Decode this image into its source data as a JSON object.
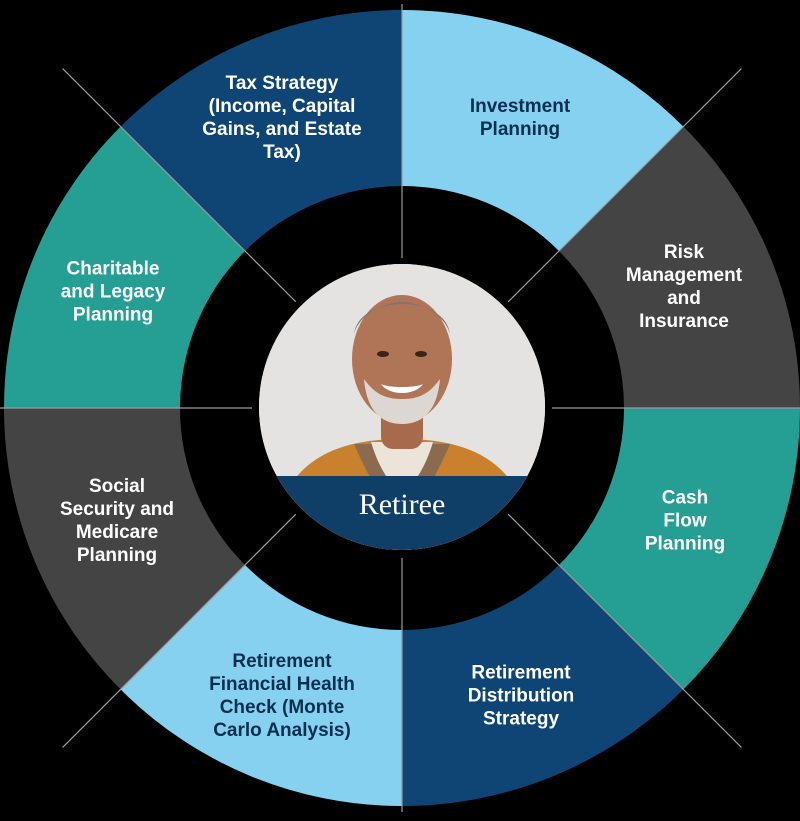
{
  "center": {
    "label": "Retiree",
    "caption_bg": "#0f3f66"
  },
  "segments": [
    {
      "id": "tax-strategy",
      "label": "Tax Strategy\n(Income, Capital\nGains, and Estate\nTax)",
      "color": "#0e4574",
      "text": "light"
    },
    {
      "id": "investment-planning",
      "label": "Investment\nPlanning",
      "color": "#86d1ef",
      "text": "dark"
    },
    {
      "id": "risk-management",
      "label": "Risk\nManagement\nand\nInsurance",
      "color": "#444444",
      "text": "light"
    },
    {
      "id": "cash-flow-planning",
      "label": "Cash\nFlow\nPlanning",
      "color": "#259f94",
      "text": "light"
    },
    {
      "id": "retirement-distribution",
      "label": "Retirement\nDistribution\nStrategy",
      "color": "#0e4574",
      "text": "light"
    },
    {
      "id": "retirement-health-check",
      "label": "Retirement\nFinancial Health\nCheck (Monte\nCarlo Analysis)",
      "color": "#86d1ef",
      "text": "dark"
    },
    {
      "id": "social-security-medicare",
      "label": "Social\nSecurity and\nMedicare\nPlanning",
      "color": "#444444",
      "text": "light"
    },
    {
      "id": "charitable-legacy",
      "label": "Charitable\nand Legacy\nPlanning",
      "color": "#259f94",
      "text": "light"
    }
  ],
  "colors": {
    "background": "#000000",
    "divider": "#9a9a9a"
  }
}
